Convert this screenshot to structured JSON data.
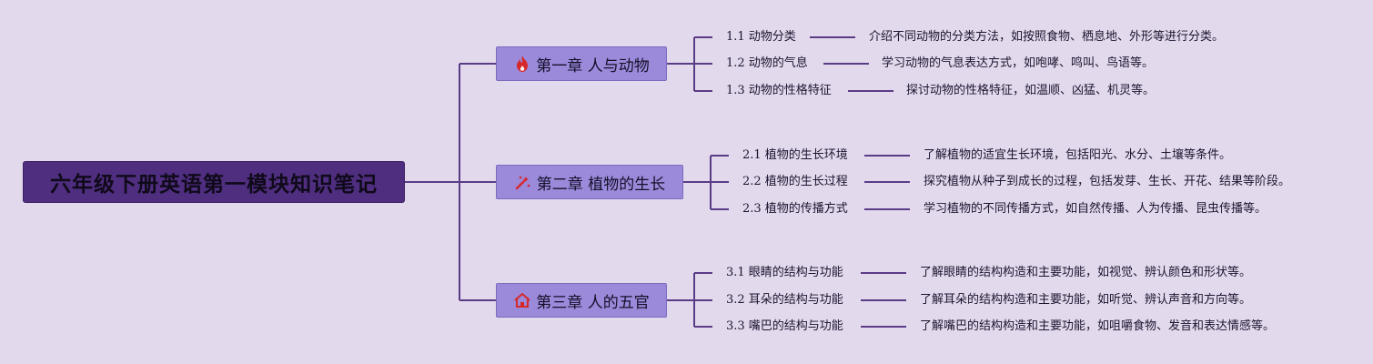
{
  "root": {
    "title": "六年级下册英语第一模块知识笔记"
  },
  "chapters": [
    {
      "title": "第一章 人与动物",
      "icon": "fire-icon",
      "items": [
        {
          "label": "1.1 动物分类",
          "desc": "介绍不同动物的分类方法，如按照食物、栖息地、外形等进行分类。"
        },
        {
          "label": "1.2 动物的气息",
          "desc": "学习动物的气息表达方式，如咆哮、鸣叫、鸟语等。"
        },
        {
          "label": "1.3 动物的性格特征",
          "desc": "探讨动物的性格特征，如温顺、凶猛、机灵等。"
        }
      ]
    },
    {
      "title": "第二章 植物的生长",
      "icon": "magic-wand-icon",
      "items": [
        {
          "label": "2.1 植物的生长环境",
          "desc": "了解植物的适宜生长环境，包括阳光、水分、土壤等条件。"
        },
        {
          "label": "2.2 植物的生长过程",
          "desc": "探究植物从种子到成长的过程，包括发芽、生长、开花、结果等阶段。"
        },
        {
          "label": "2.3 植物的传播方式",
          "desc": "学习植物的不同传播方式，如自然传播、人为传播、昆虫传播等。"
        }
      ]
    },
    {
      "title": "第三章 人的五官",
      "icon": "home-icon",
      "items": [
        {
          "label": "3.1 眼睛的结构与功能",
          "desc": "了解眼睛的结构构造和主要功能，如视觉、辨认颜色和形状等。"
        },
        {
          "label": "3.2 耳朵的结构与功能",
          "desc": "了解耳朵的结构构造和主要功能，如听觉、辨认声音和方向等。"
        },
        {
          "label": "3.3 嘴巴的结构与功能",
          "desc": "了解嘴巴的结构构造和主要功能，如咀嚼食物、发音和表达情感等。"
        }
      ]
    }
  ],
  "colors": {
    "background": "#e3d9ec",
    "root_fill": "#4f2d7f",
    "chapter_fill": "#9b89d9",
    "line": "#5a3c86",
    "icon_red": "#d6282b"
  }
}
